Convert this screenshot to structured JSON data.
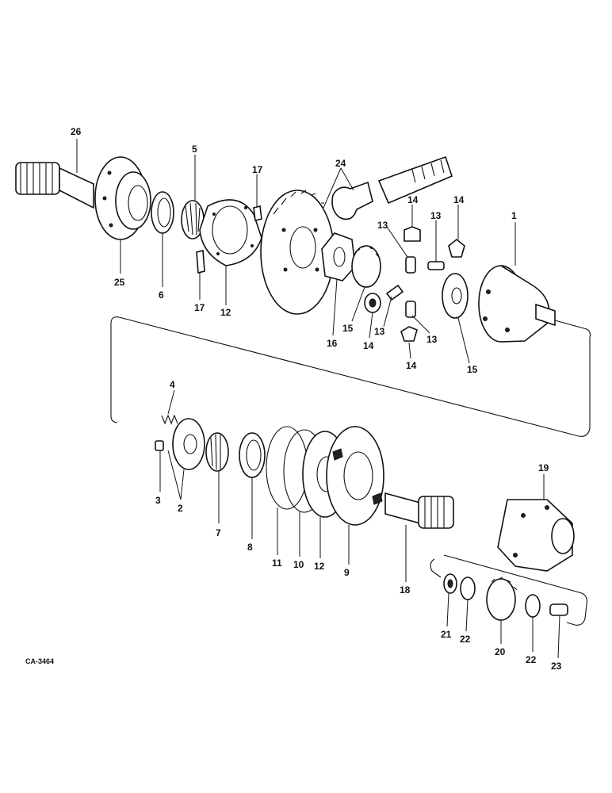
{
  "drawing_code": "CA-3464",
  "callouts": [
    "1",
    "2",
    "3",
    "4",
    "5",
    "6",
    "7",
    "8",
    "9",
    "10",
    "11",
    "12",
    "13",
    "14",
    "15",
    "16",
    "17",
    "18",
    "19",
    "20",
    "21",
    "22",
    "23",
    "24",
    "25",
    "26"
  ],
  "labels": {
    "n26": "26",
    "n25": "25",
    "n5": "5",
    "n6": "6",
    "n17a": "17",
    "n17b": "17",
    "n12a": "12",
    "n24": "24",
    "n16": "16",
    "n15a": "15",
    "n15b": "15",
    "n14a": "14",
    "n14b": "14",
    "n14c": "14",
    "n14d": "14",
    "n13a": "13",
    "n13b": "13",
    "n13c": "13",
    "n13d": "13",
    "n1": "1",
    "n4": "4",
    "n3": "3",
    "n2": "2",
    "n7": "7",
    "n8": "8",
    "n11": "11",
    "n10": "10",
    "n12b": "12",
    "n9": "9",
    "n18": "18",
    "n19": "19",
    "n21": "21",
    "n22a": "22",
    "n20": "20",
    "n22b": "22",
    "n23": "23"
  }
}
